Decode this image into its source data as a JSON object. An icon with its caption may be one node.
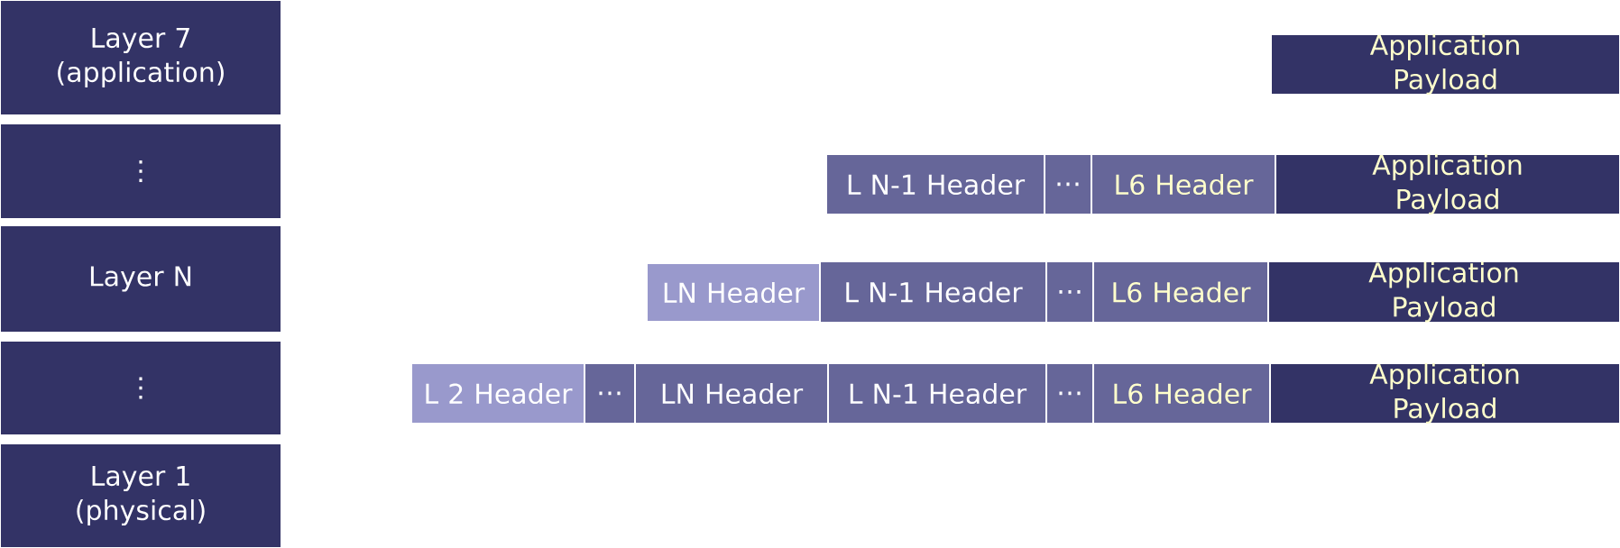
{
  "diagram": {
    "nodes": [
      {
        "text": [
          "Layer 7 (application)"
        ]
      },
      {
        "text": [
          "⋮"
        ]
      },
      {
        "text": [
          "Layer N"
        ]
      },
      {
        "text": [
          "⋮"
        ]
      },
      {
        "text": [
          "Layer 1 (physical)"
        ]
      },
      {
        "text": [
          "Application Payload"
        ]
      },
      {
        "text": [
          "L N-1 Header"
        ]
      },
      {
        "text": [
          "…"
        ]
      },
      {
        "text": [
          "L6 Header"
        ]
      },
      {
        "text": [
          "Application Payload"
        ]
      },
      {
        "text": [
          "LN Header"
        ]
      },
      {
        "text": [
          "L N-1 Header"
        ]
      },
      {
        "text": [
          "…"
        ]
      },
      {
        "text": [
          "L6 Header"
        ]
      },
      {
        "text": [
          "Application Payload"
        ]
      },
      {
        "text": [
          "L 2 Header"
        ]
      },
      {
        "text": [
          "…"
        ]
      },
      {
        "text": [
          "LN Header"
        ]
      },
      {
        "text": [
          "L N-1 Header"
        ]
      },
      {
        "text": [
          "…"
        ]
      },
      {
        "text": [
          "L6 Header"
        ]
      },
      {
        "text": [
          "Application Payload"
        ]
      }
    ]
  }
}
